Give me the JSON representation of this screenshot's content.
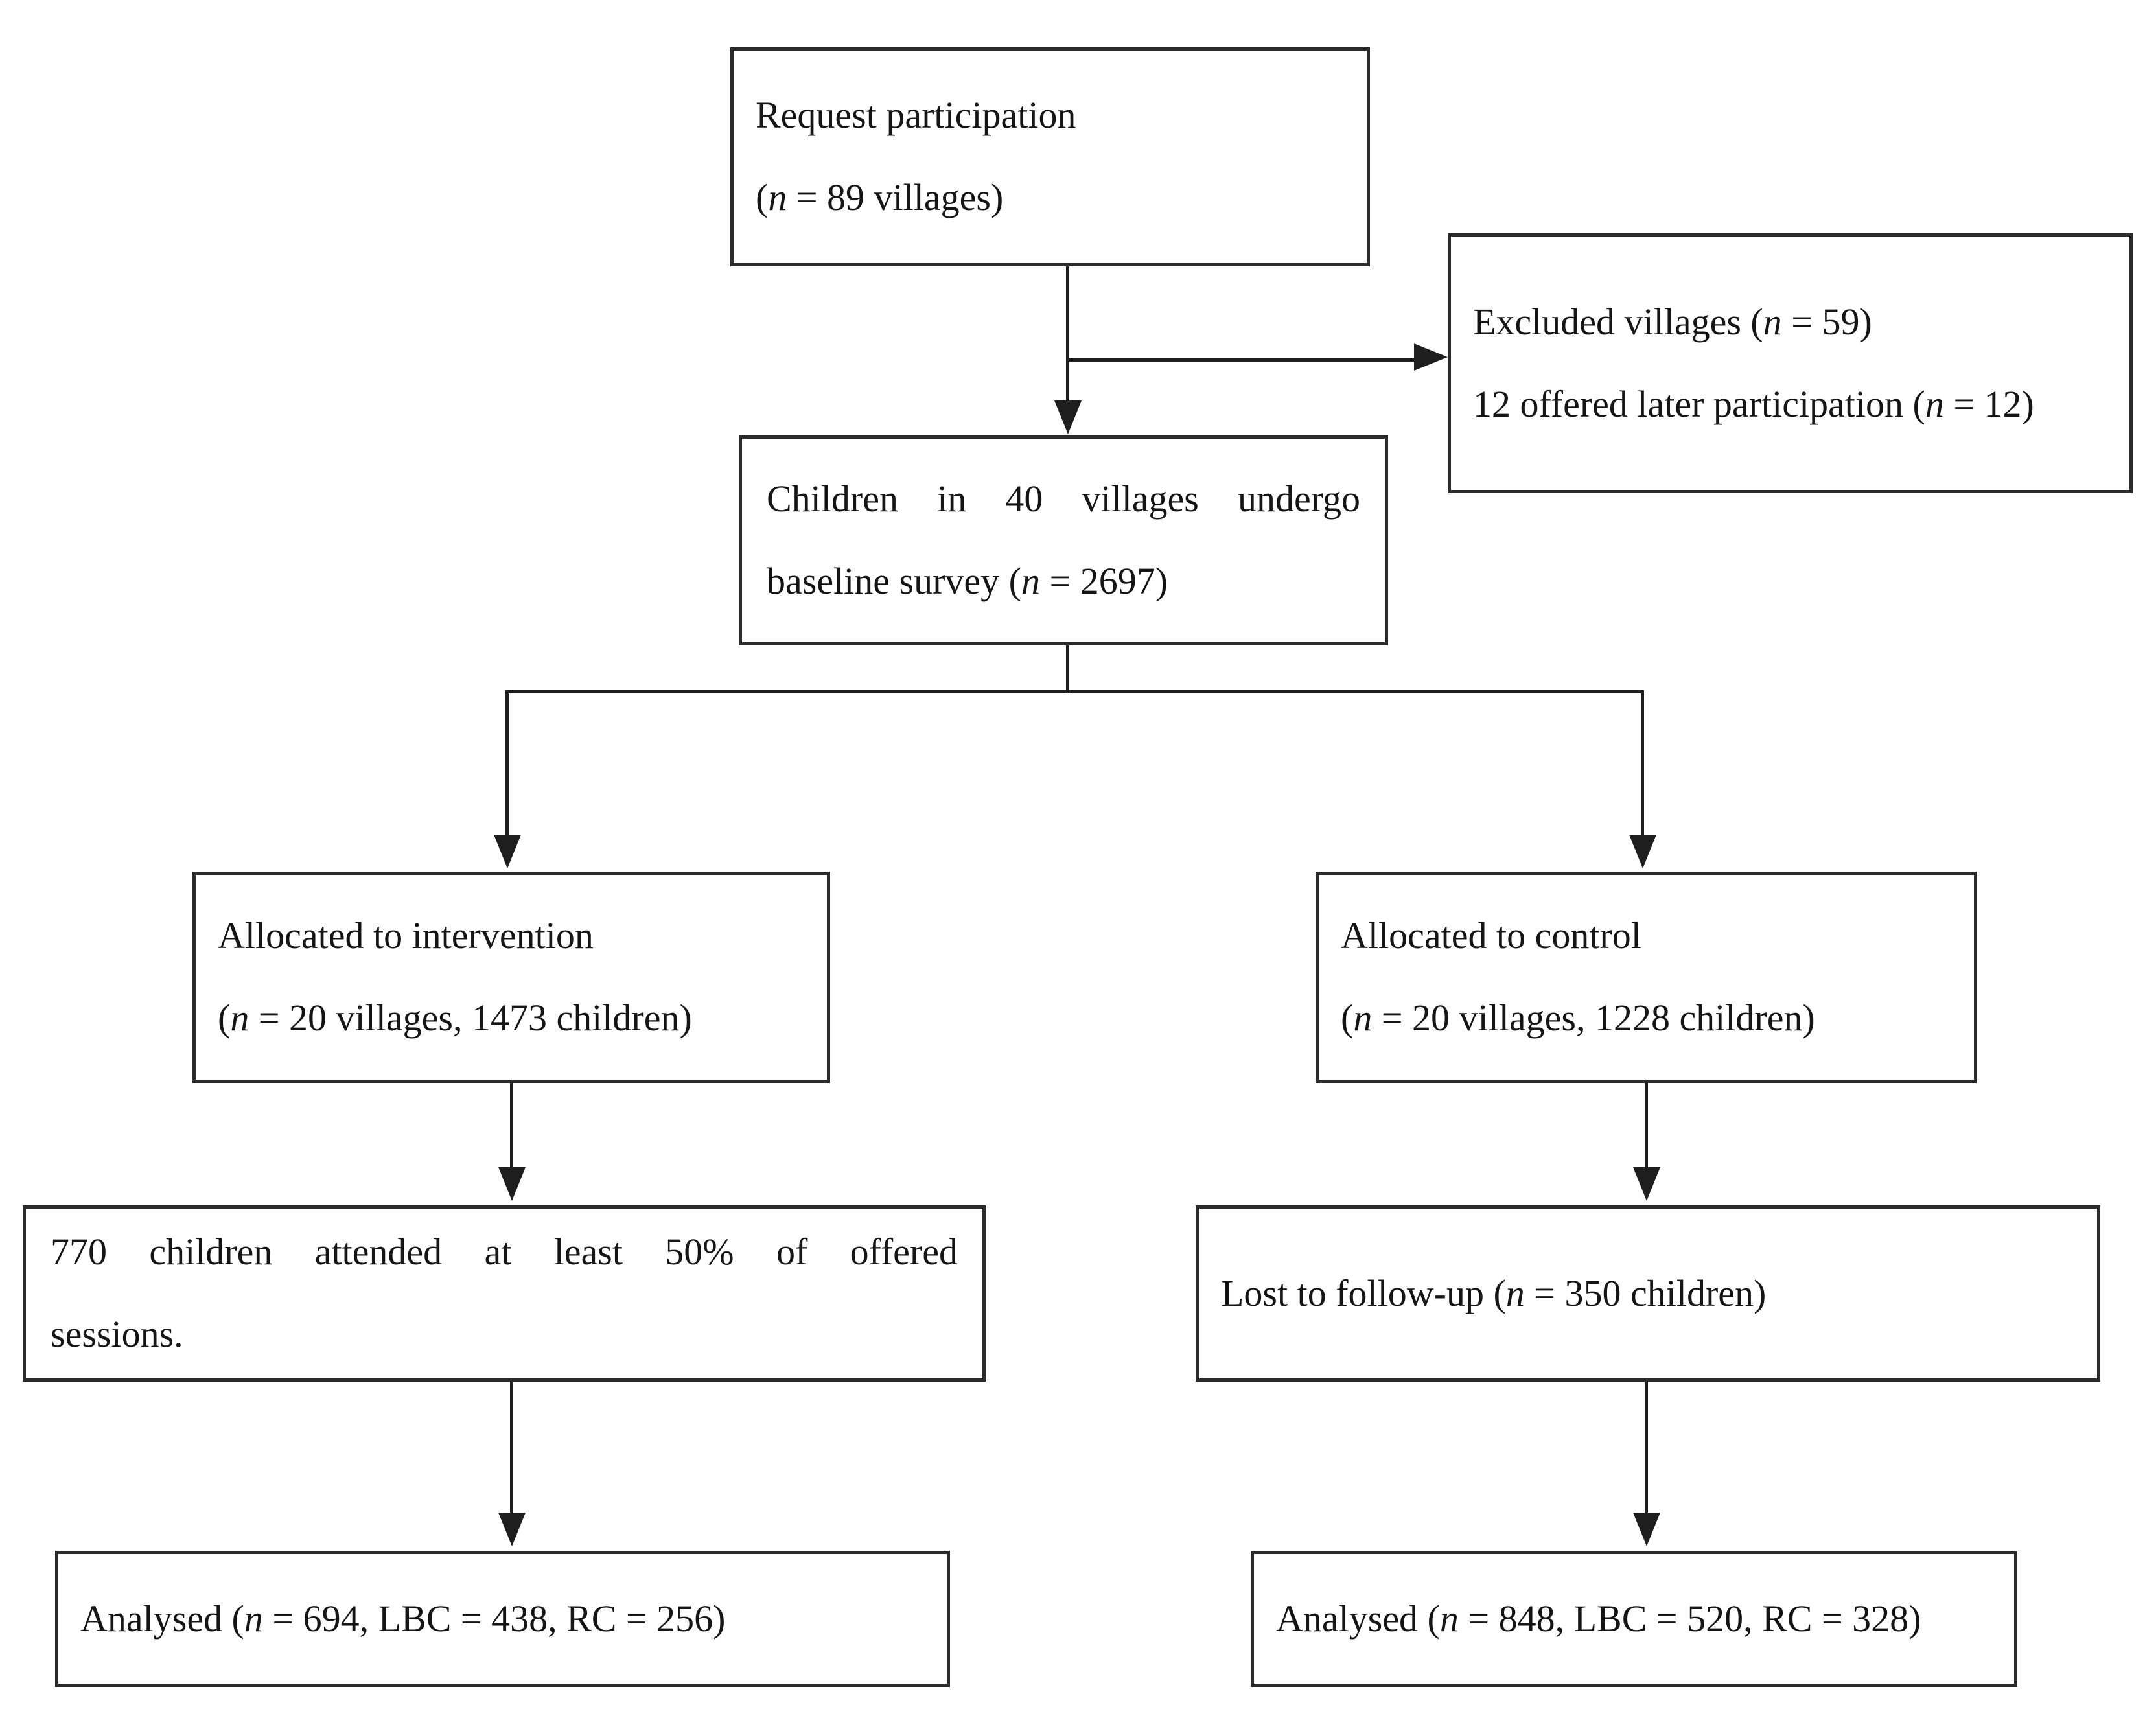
{
  "diagram": {
    "type": "CONSORT participant flow diagram",
    "orientation": "top-to-bottom",
    "nodes": {
      "request": {
        "name": "request-participation",
        "line1": "Request participation",
        "line2_prefix": "(",
        "line2_italic": "n",
        "line2_suffix": " = 89 villages)",
        "n": 89,
        "unit": "villages"
      },
      "excluded": {
        "name": "excluded-villages",
        "line1_prefix": "Excluded villages (",
        "line1_italic": "n",
        "line1_suffix": " = 59)",
        "line2_prefix": "12 offered later participation (",
        "line2_italic": "n",
        "line2_suffix": " = 12)",
        "n_excluded": 59,
        "n_offered_later": 12
      },
      "baseline": {
        "name": "baseline-survey",
        "line1": "Children in 40 villages undergo",
        "line2_prefix": "baseline survey (",
        "line2_italic": "n",
        "line2_suffix": " = 2697)",
        "villages": 40,
        "n": 2697
      },
      "intervention": {
        "name": "allocated-to-intervention",
        "line1": "Allocated to intervention",
        "line2_prefix": "(",
        "line2_italic": "n",
        "line2_suffix": " = 20 villages, 1473 children)",
        "villages": 20,
        "children": 1473
      },
      "control": {
        "name": "allocated-to-control",
        "line1": "Allocated to control",
        "line2_prefix": "(",
        "line2_italic": "n",
        "line2_suffix": " = 20 villages, 1228 children)",
        "villages": 20,
        "children": 1228
      },
      "attended": {
        "name": "sessions-attended",
        "line1": "770 children attended at least 50% of offered",
        "line2": "sessions.",
        "children": 770,
        "threshold_percent": 50
      },
      "lost": {
        "name": "lost-to-follow-up",
        "line1_prefix": "Lost to follow-up (",
        "line1_italic": "n",
        "line1_suffix": " = 350 children)",
        "children": 350
      },
      "analysed_intervention": {
        "name": "analysed-intervention",
        "line1_prefix": "Analysed (",
        "line1_italic": "n",
        "line1_suffix": " = 694, LBC = 438, RC = 256)",
        "n": 694,
        "LBC": 438,
        "RC": 256
      },
      "analysed_control": {
        "name": "analysed-control",
        "line1_prefix": "Analysed (",
        "line1_italic": "n",
        "line1_suffix": " = 848, LBC = 520, RC = 328)",
        "n": 848,
        "LBC": 520,
        "RC": 328
      }
    },
    "edges": [
      {
        "from": "request",
        "to": "baseline",
        "style": "arrow-down"
      },
      {
        "from": "request",
        "to": "excluded",
        "style": "arrow-right"
      },
      {
        "from": "baseline",
        "to": "intervention",
        "style": "split-arrow-down"
      },
      {
        "from": "baseline",
        "to": "control",
        "style": "split-arrow-down"
      },
      {
        "from": "intervention",
        "to": "attended",
        "style": "arrow-down"
      },
      {
        "from": "control",
        "to": "lost",
        "style": "arrow-down"
      },
      {
        "from": "attended",
        "to": "analysed_intervention",
        "style": "arrow-down"
      },
      {
        "from": "lost",
        "to": "analysed_control",
        "style": "arrow-down"
      }
    ],
    "colors": {
      "box_border": "#2b2b2b",
      "connector": "#1e1e1e",
      "text": "#151515",
      "background": "#ffffff"
    }
  }
}
